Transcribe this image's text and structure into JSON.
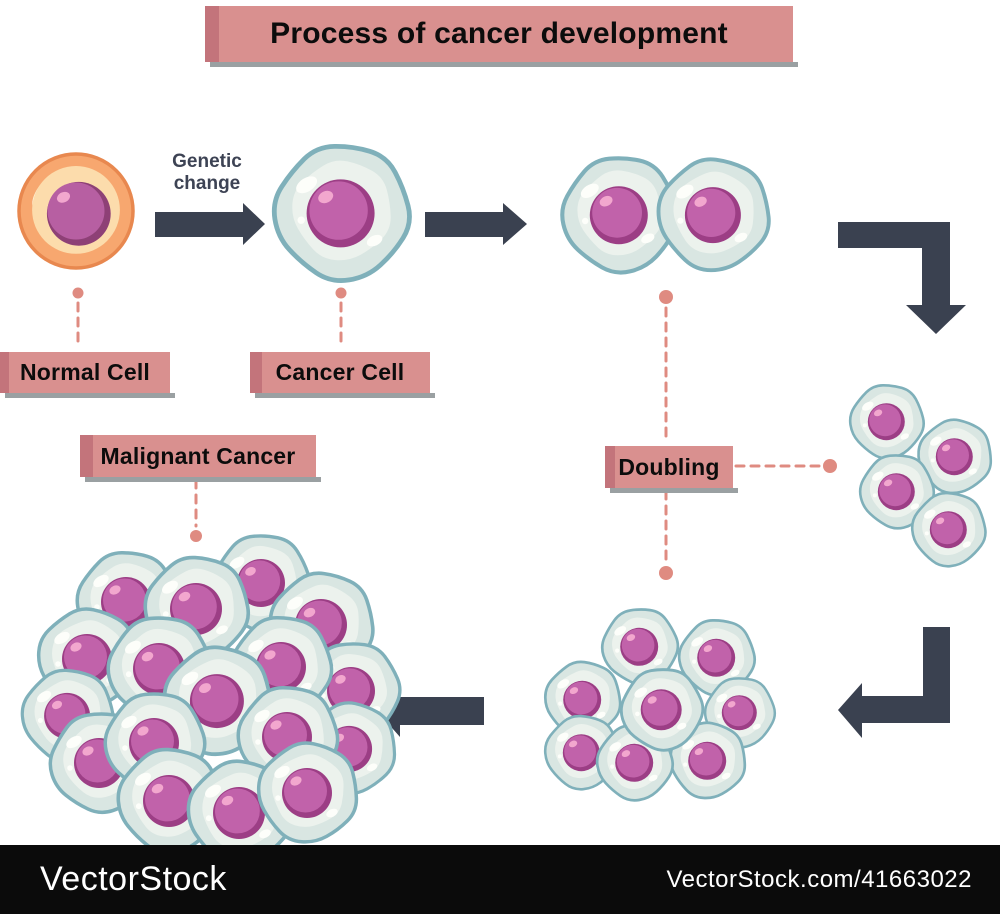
{
  "title": {
    "text": "Process of cancer development"
  },
  "annotations": {
    "genetic_change": "Genetic change"
  },
  "labels": {
    "normal_cell": "Normal Cell",
    "cancer_cell": "Cancer Cell",
    "malignant_cancer": "Malignant Cancer",
    "doubling": "Doubling"
  },
  "stages": [
    "Normal Cell",
    "Cancer Cell",
    "Doubling",
    "Malignant Cancer"
  ],
  "watermark": {
    "brand": "VectorStock",
    "credit": "VectorStock.com/41663022"
  },
  "colors": {
    "background": "#ffffff",
    "banner": "#d9908f",
    "banner_edge": "#c3747b",
    "banner_shadow": "#9aa0a2",
    "text": "#0c0c0c",
    "note_text": "#3d4354",
    "arrow": "#3a4150",
    "connector": "#df8b81",
    "cell_membrane": "#7fb0ba",
    "cell_body": "#d9e6e2",
    "cell_inner": "#ecf2ed",
    "cell_highlight": "#fdfefa",
    "nucleus_rim": "#9c3e85",
    "nucleus": "#c162aa",
    "nucleus_highlight": "#f2a7ce",
    "normal_cell_body": "#f7a76f",
    "normal_cell_border": "#e8884f",
    "normal_cell_inner": "#fcdcac",
    "normal_cell_gloss": "#fff4dc",
    "normal_nucleus_rim": "#8e4076",
    "normal_nucleus": "#b75fa2",
    "watermark_bg": "#0b0b0b"
  }
}
